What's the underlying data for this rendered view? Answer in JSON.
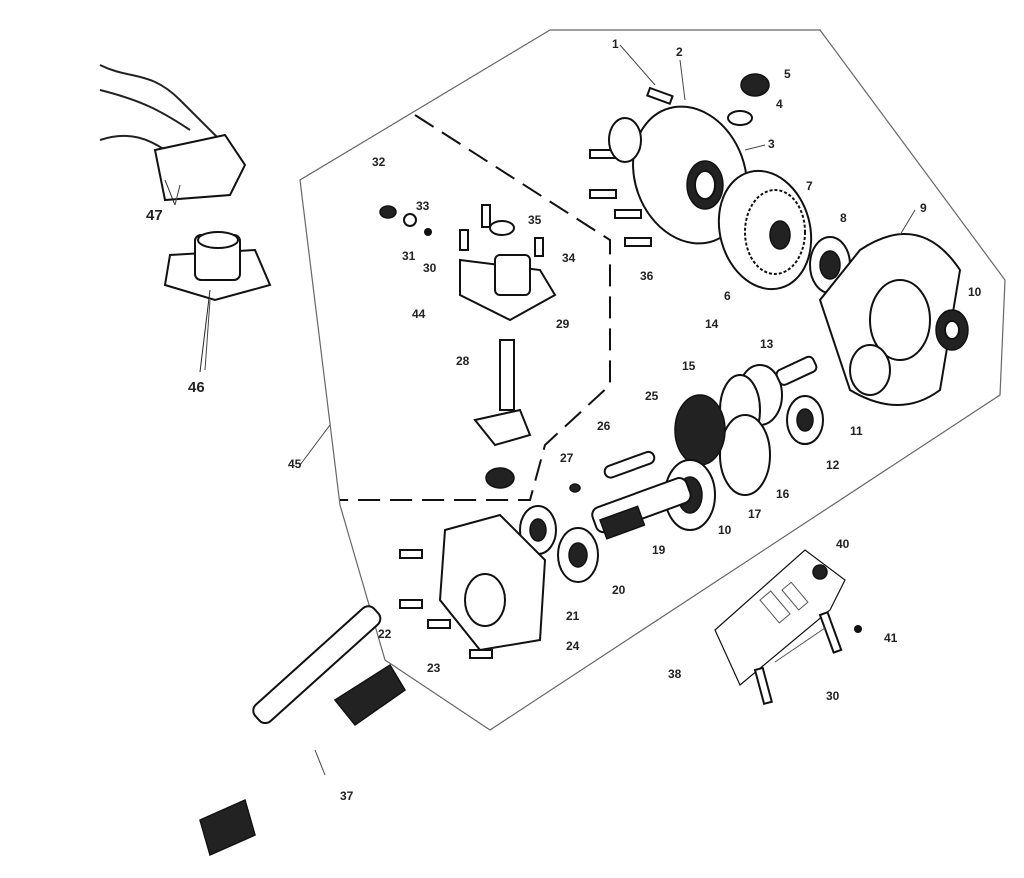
{
  "diagram": {
    "type": "exploded-parts-diagram",
    "labels": {
      "p1": "1",
      "p2": "2",
      "p3": "3",
      "p4": "4",
      "p5": "5",
      "p6": "6",
      "p7": "7",
      "p8": "8",
      "p9": "9",
      "p10a": "10",
      "p11": "11",
      "p12": "12",
      "p13": "13",
      "p14": "14",
      "p15": "15",
      "p16": "16",
      "p17": "17",
      "p10b": "10",
      "p19": "19",
      "p20": "20",
      "p21": "21",
      "p22": "22",
      "p23": "23",
      "p24": "24",
      "p25": "25",
      "p26": "26",
      "p27": "27",
      "p28": "28",
      "p29": "29",
      "p30": "30",
      "p31": "31",
      "p32": "32",
      "p33": "33",
      "p34": "34",
      "p35": "35",
      "p36": "36",
      "p37": "37",
      "p38": "38",
      "p39": "30",
      "p40": "40",
      "p41": "41",
      "p44": "44",
      "p45": "45",
      "p46": "46",
      "p47": "47",
      "p28b": "26"
    }
  }
}
